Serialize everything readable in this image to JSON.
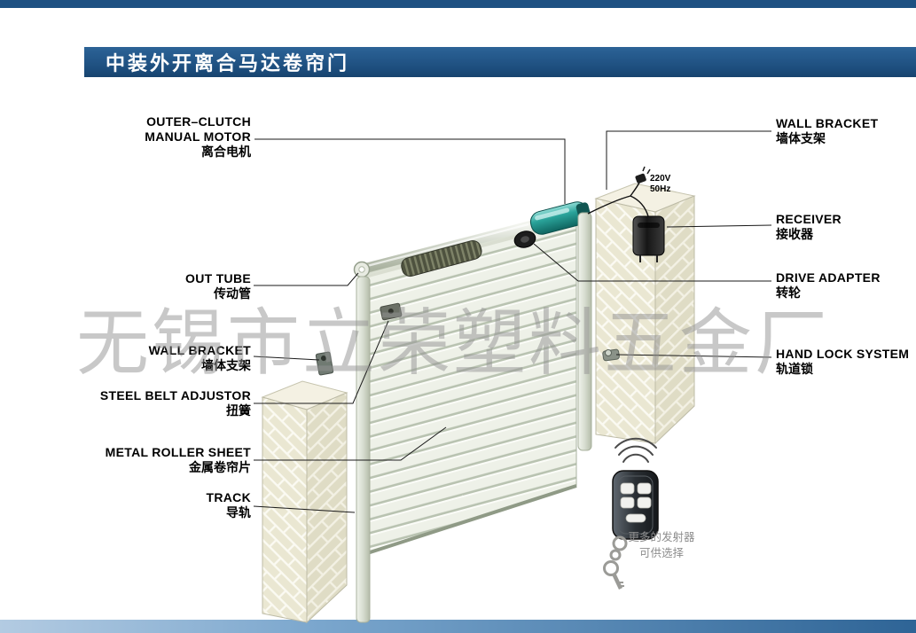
{
  "header": {
    "title": "中装外开离合马达卷帘门"
  },
  "watermark": "无锡市立荣塑料五金厂",
  "callouts": {
    "outer_clutch_motor": {
      "en": "OUTER–CLUTCH\nMANUAL MOTOR",
      "zh": "离合电机"
    },
    "out_tube": {
      "en": "OUT TUBE",
      "zh": "传动管"
    },
    "wall_bracket_left": {
      "en": "WALL BRACKET",
      "zh": "墙体支架"
    },
    "steel_belt_adjustor": {
      "en": "STEEL BELT ADJUSTOR",
      "zh": "扭簧"
    },
    "metal_roller_sheet": {
      "en": "METAL ROLLER SHEET",
      "zh": "金属卷帘片"
    },
    "track": {
      "en": "TRACK",
      "zh": "导轨"
    },
    "wall_bracket_right": {
      "en": "WALL BRACKET",
      "zh": "墙体支架"
    },
    "receiver": {
      "en": "RECEIVER",
      "zh": "接收器"
    },
    "drive_adapter": {
      "en": "DRIVE ADAPTER",
      "zh": "转轮"
    },
    "hand_lock_system": {
      "en": "HAND LOCK SYSTEM",
      "zh": "轨道锁"
    }
  },
  "annotations": {
    "power": "220V\n50Hz",
    "remote_note": "更多的发射器\n可供选择"
  },
  "colors": {
    "header_blue": "#1e5182",
    "bottom_bar_blue": "#2e6496",
    "motor_teal": "#2aa39a",
    "curtain_slat": "#eef1e8",
    "brick_cream": "#eae7d2",
    "watermark_gray": "#919191"
  }
}
